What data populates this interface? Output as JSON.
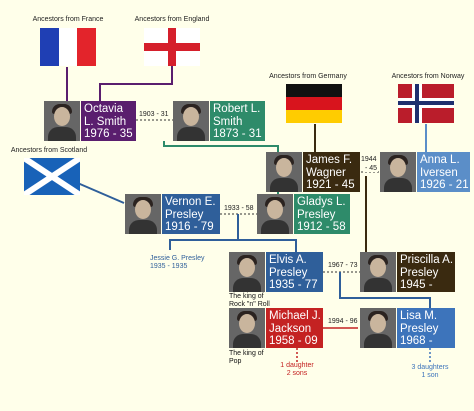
{
  "groups": {
    "france": "Ancestors from France",
    "england": "Ancestors from England",
    "germany": "Ancestors from Germany",
    "norway": "Ancestors from Norway",
    "scotland": "Ancestors from Scotland"
  },
  "people": {
    "octavia": {
      "name1": "Octavia",
      "name2": "L. Smith",
      "years": "1976 - 35",
      "color": "#5a1e6e"
    },
    "robert": {
      "name1": "Robert L.",
      "name2": "Smith",
      "years": "1873 - 31",
      "color": "#2e8b6a"
    },
    "james": {
      "name1": "James F.",
      "name2": "Wagner",
      "years": "1921 - 45",
      "color": "#3a2a10"
    },
    "anna": {
      "name1": "Anna L.",
      "name2": "Iversen",
      "years": "1926 - 21",
      "color": "#5b8ec8"
    },
    "vernon": {
      "name1": "Vernon E.",
      "name2": "Presley",
      "years": "1916 - 79",
      "color": "#2f5f9a"
    },
    "gladys": {
      "name1": "Gladys L.",
      "name2": "Presley",
      "years": "1912 - 58",
      "color": "#2e8b6a"
    },
    "elvis": {
      "name1": "Elvis A.",
      "name2": "Presley",
      "years": "1935 - 77",
      "color": "#2f5f9a"
    },
    "priscilla": {
      "name1": "Priscilla A.",
      "name2": "Presley",
      "years": "1945 -",
      "color": "#3a2a10"
    },
    "michael": {
      "name1": "Michael J.",
      "name2": "Jackson",
      "years": "1958 - 09",
      "color": "#c42222"
    },
    "lisa": {
      "name1": "Lisa M.",
      "name2": "Presley",
      "years": "1968 -",
      "color": "#3d74bb"
    }
  },
  "marriages": {
    "smith": "1903 - 31",
    "wagner_a": "1944",
    "wagner_b": "- 45",
    "presley_vg": "1933 - 58",
    "presley_ep": "1967 - 73",
    "jackson": "1994 - 96"
  },
  "jessie": {
    "name": "Jessie G. Presley",
    "years": "1935 - 1935"
  },
  "captions": {
    "elvis": [
      "The king of",
      "Rock \"n\" Roll"
    ],
    "michael": [
      "The king of",
      "Pop"
    ]
  },
  "children": {
    "michael": [
      "1 daughter",
      "2 sons"
    ],
    "lisa": [
      "3 daughters",
      "1 son"
    ]
  },
  "colors": {
    "background": "#ffffea",
    "purple": "#5a1e6e",
    "green": "#2e8b6a",
    "blue": "#2f5f9a",
    "brown": "#3a2a10",
    "lightblue": "#5b8ec8",
    "red": "#c42222"
  }
}
